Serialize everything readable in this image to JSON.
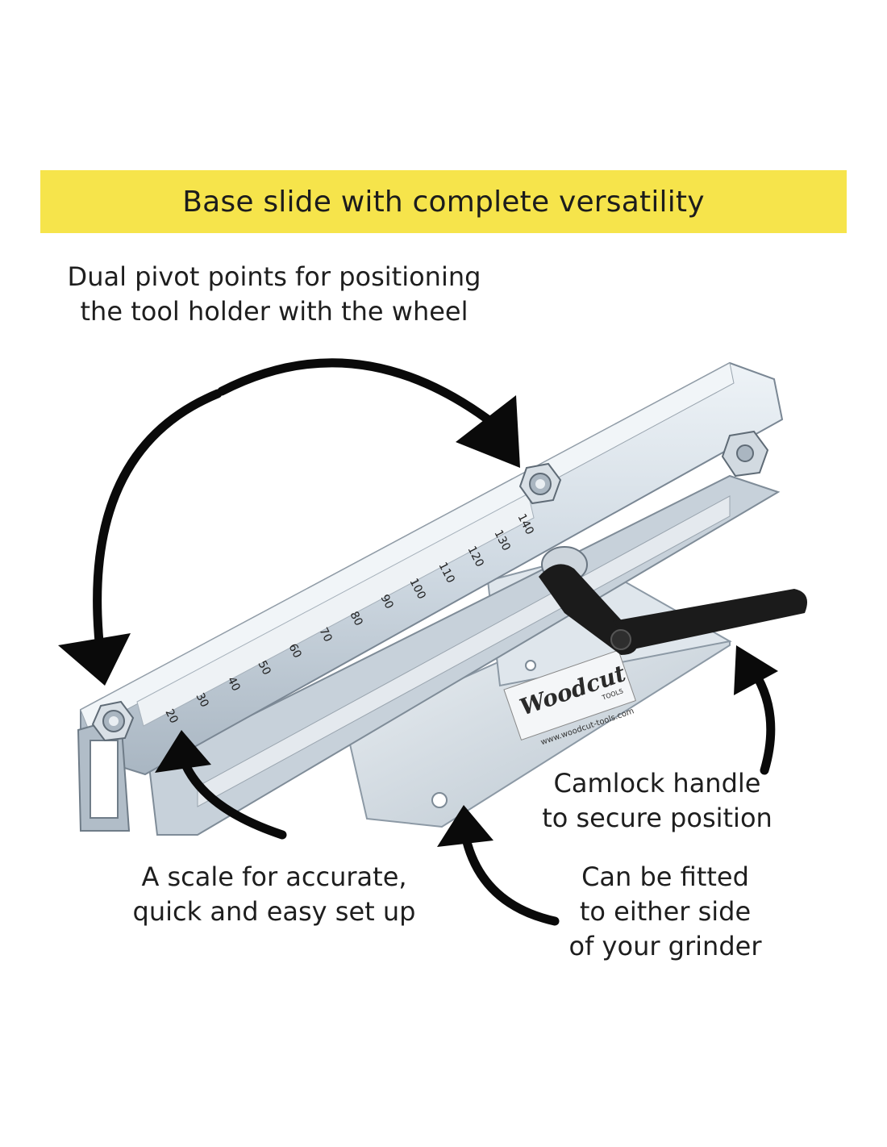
{
  "banner": {
    "title": "Base slide with complete versatility"
  },
  "callouts": {
    "pivot": {
      "line1": "Dual pivot points for positioning",
      "line2": "the tool holder with the wheel"
    },
    "camlock": {
      "line1": "Camlock handle",
      "line2": "to secure position"
    },
    "scale": {
      "line1": "A scale for accurate,",
      "line2": "quick and easy set up"
    },
    "fit": {
      "line1": "Can be fitted",
      "line2": "to either side",
      "line3": "of your grinder"
    }
  },
  "product": {
    "scale_marks": [
      "20",
      "30",
      "40",
      "50",
      "60",
      "70",
      "80",
      "90",
      "100",
      "110",
      "120",
      "130",
      "140"
    ],
    "logo_text": "Woodcut",
    "logo_sub": "TOOLS",
    "website": "www.woodcut-tools.com",
    "colors": {
      "metal": "#cfd8e0",
      "handle": "#1b1b1b",
      "banner": "#f6e44b",
      "arrows": "#0a0a0a"
    }
  }
}
